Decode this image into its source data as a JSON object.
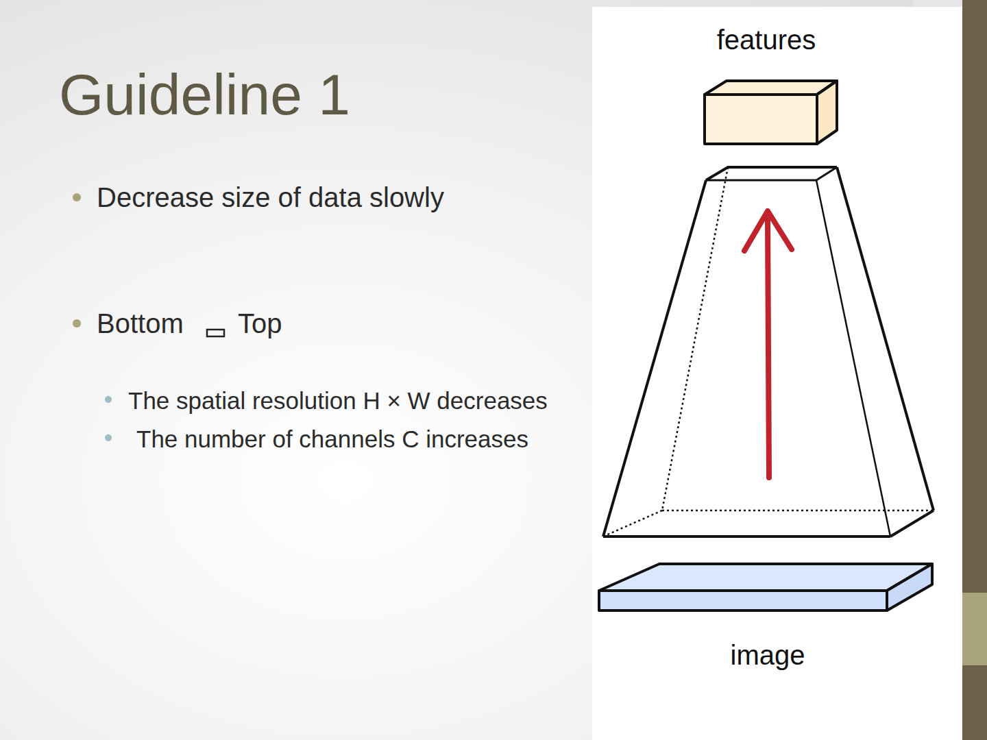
{
  "diagram": {
    "title": "Guideline 1",
    "labels": [
      "Decrease size of data slowly",
      "Bottom",
      "Top",
      "The spatial resolution H × W decreases",
      "The number of channels C increases",
      "features",
      "image"
    ]
  }
}
